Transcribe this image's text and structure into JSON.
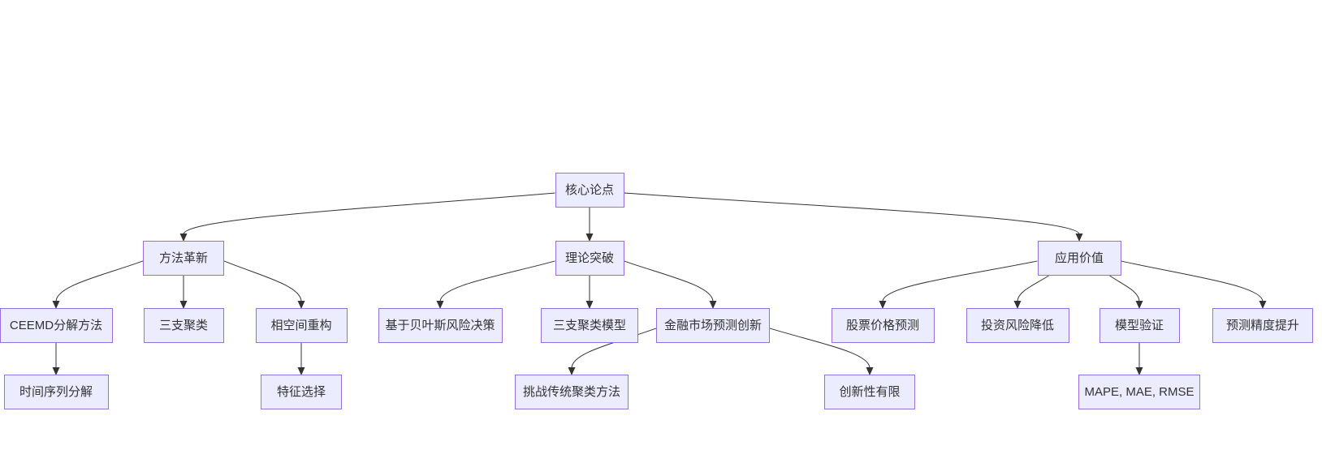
{
  "diagram": {
    "type": "flowchart-mindmap",
    "colors": {
      "background": "#ffffff",
      "node_fill": "#ECECFF",
      "node_border": "#9370DB",
      "edge": "#333333",
      "text": "#333333"
    },
    "nodes": [
      {
        "id": "core-argument",
        "label": "核心论点"
      },
      {
        "id": "method-innovation",
        "label": "方法革新"
      },
      {
        "id": "theory-breakthrough",
        "label": "理论突破"
      },
      {
        "id": "application-value",
        "label": "应用价值"
      },
      {
        "id": "ceemd-decomposition",
        "label": "CEEMD分解方法"
      },
      {
        "id": "three-way-clustering",
        "label": "三支聚类"
      },
      {
        "id": "phase-space-reconstruction",
        "label": "相空间重构"
      },
      {
        "id": "bayes-risk-decision",
        "label": "基于贝叶斯风险决策"
      },
      {
        "id": "three-way-clustering-model",
        "label": "三支聚类模型"
      },
      {
        "id": "financial-market-prediction-innovation",
        "label": "金融市场预测创新"
      },
      {
        "id": "stock-price-prediction",
        "label": "股票价格预测"
      },
      {
        "id": "investment-risk-reduction",
        "label": "投资风险降低"
      },
      {
        "id": "model-validation",
        "label": "模型验证"
      },
      {
        "id": "prediction-accuracy-improvement",
        "label": "预测精度提升"
      },
      {
        "id": "time-series-decomposition",
        "label": "时间序列分解"
      },
      {
        "id": "feature-selection",
        "label": "特征选择"
      },
      {
        "id": "challenge-traditional-clustering",
        "label": "挑战传统聚类方法"
      },
      {
        "id": "limited-novelty",
        "label": "创新性有限"
      },
      {
        "id": "mape-mae-rmse",
        "label": "MAPE, MAE, RMSE"
      }
    ],
    "edges": [
      {
        "from": "core-argument",
        "to": "method-innovation"
      },
      {
        "from": "core-argument",
        "to": "theory-breakthrough"
      },
      {
        "from": "core-argument",
        "to": "application-value"
      },
      {
        "from": "method-innovation",
        "to": "ceemd-decomposition"
      },
      {
        "from": "method-innovation",
        "to": "three-way-clustering"
      },
      {
        "from": "method-innovation",
        "to": "phase-space-reconstruction"
      },
      {
        "from": "theory-breakthrough",
        "to": "bayes-risk-decision"
      },
      {
        "from": "theory-breakthrough",
        "to": "three-way-clustering-model"
      },
      {
        "from": "theory-breakthrough",
        "to": "financial-market-prediction-innovation"
      },
      {
        "from": "application-value",
        "to": "stock-price-prediction"
      },
      {
        "from": "application-value",
        "to": "investment-risk-reduction"
      },
      {
        "from": "application-value",
        "to": "model-validation"
      },
      {
        "from": "application-value",
        "to": "prediction-accuracy-improvement"
      },
      {
        "from": "ceemd-decomposition",
        "to": "time-series-decomposition"
      },
      {
        "from": "phase-space-reconstruction",
        "to": "feature-selection"
      },
      {
        "from": "financial-market-prediction-innovation",
        "to": "challenge-traditional-clustering"
      },
      {
        "from": "financial-market-prediction-innovation",
        "to": "limited-novelty"
      },
      {
        "from": "model-validation",
        "to": "mape-mae-rmse"
      }
    ]
  }
}
